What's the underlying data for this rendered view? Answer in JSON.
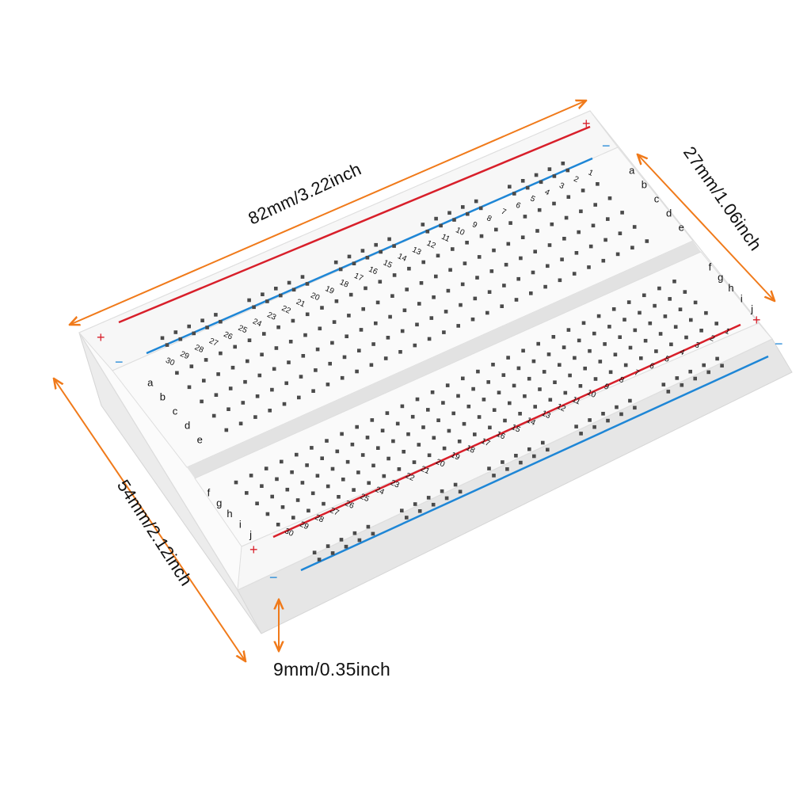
{
  "dimensions": {
    "length": "82mm/3.22inch",
    "width": "27mm/1.06inch",
    "depth": "54mm/2.12inch",
    "height": "9mm/0.35inch"
  },
  "board": {
    "rows_top": [
      "a",
      "b",
      "c",
      "d",
      "e"
    ],
    "rows_bottom": [
      "f",
      "g",
      "h",
      "i",
      "j"
    ],
    "columns": 30,
    "rail_plus": "+",
    "rail_minus": "−"
  },
  "colors": {
    "arrow": "#f07a1a",
    "rail_red": "#d81f2a",
    "rail_blue": "#1e86d6",
    "board_face": "#fbfbfb",
    "board_side": "#e8e8e8",
    "hole": "#4a4a4a"
  }
}
